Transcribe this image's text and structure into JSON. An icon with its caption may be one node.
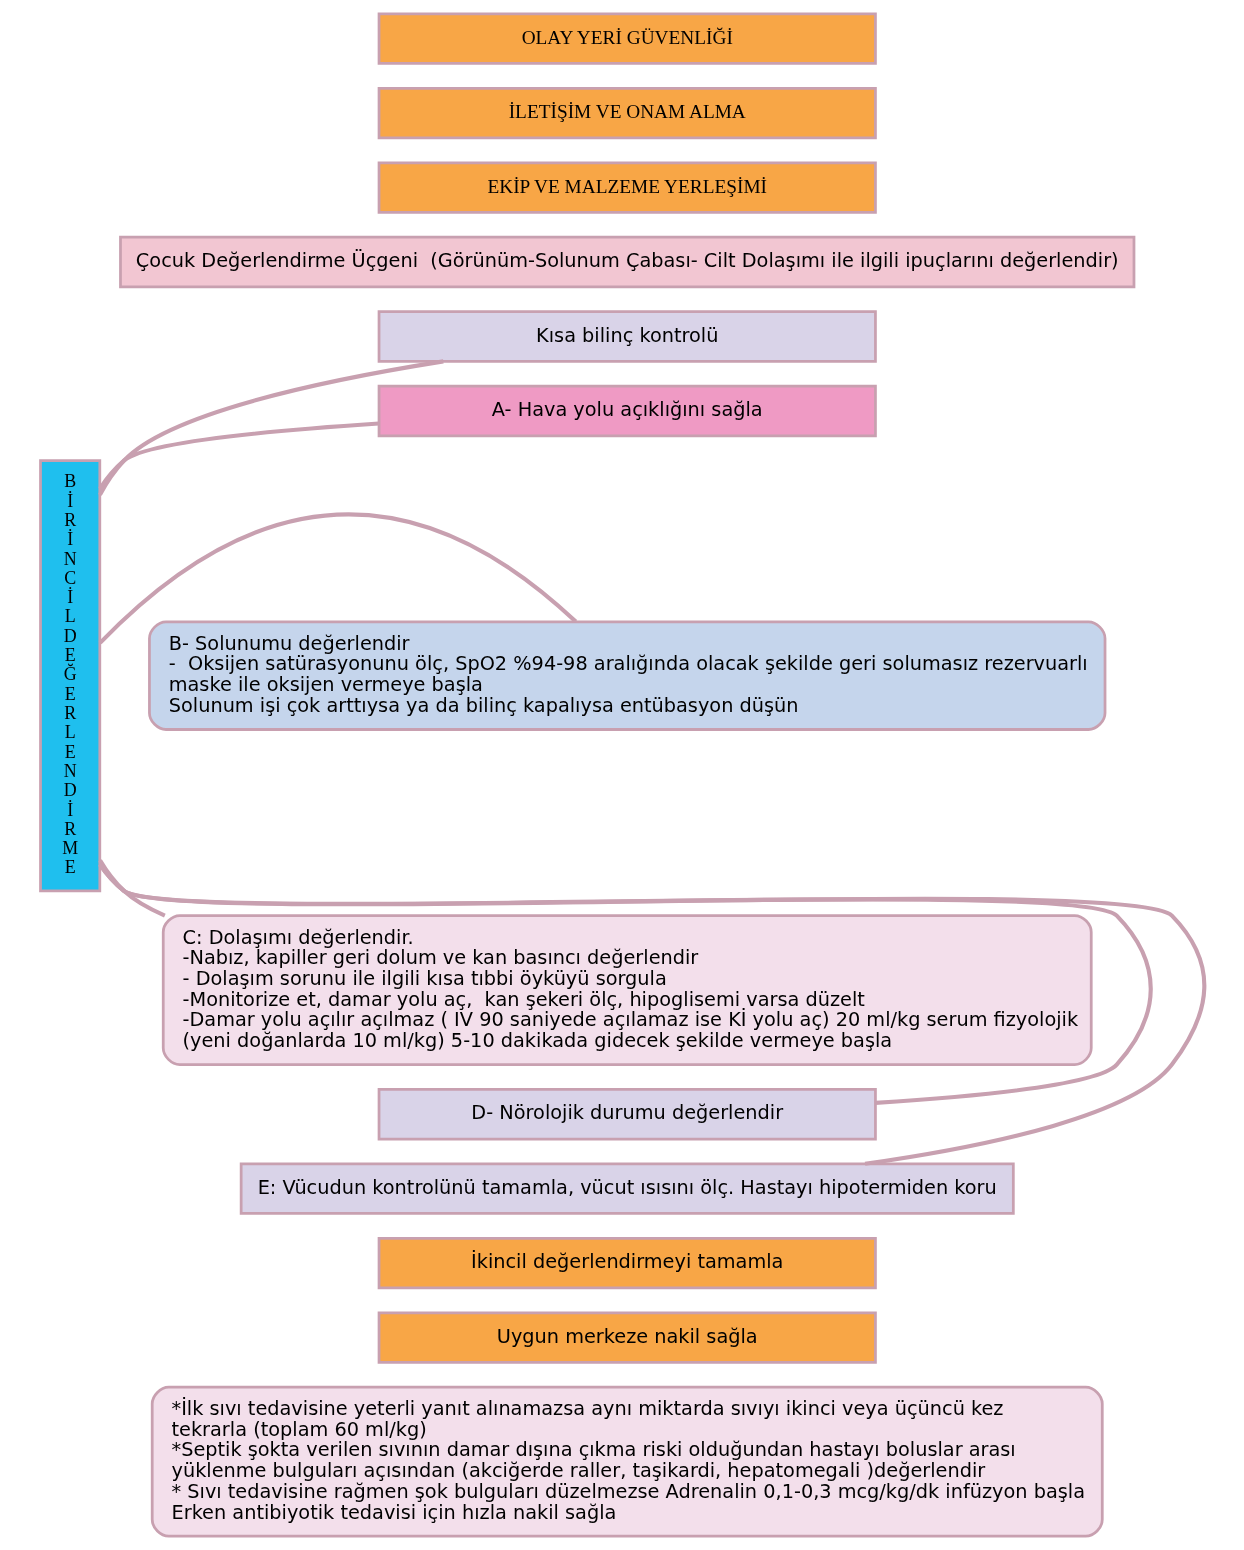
{
  "diagram": {
    "nodes": [
      {
        "text": [
          "OLAY YERİ GÜVENLİĞİ"
        ]
      },
      {
        "text": [
          "İLETİŞİM VE ONAM ALMA"
        ]
      },
      {
        "text": [
          "EKİP VE MALZEME YERLEŞİMİ"
        ]
      },
      {
        "text": [
          "Çocuk Değerlendirme Üçgeni  (Görünüm-Solunum Çabası- Cilt Dolaşımı ile ilgili ipuçlarını değerlendir)"
        ]
      },
      {
        "text": [
          "BİRİNCİL DEĞERLENDİRME"
        ]
      },
      {
        "text": [
          "Kısa bilinç kontrolü"
        ]
      },
      {
        "text": [
          "A- Hava yolu açıklığını sağla"
        ]
      },
      {
        "text": [
          "B- Solunumu değerlendir",
          "-  Oksijen satürasyonunu ölç, SpO2 %94-98 aralığında olacak şekilde geri solumasız rezervuarlı maske ile oksijen vermeye başla",
          "Solunum işi çok arttıysa ya da bilinç kapalıysa entübasyon düşün"
        ]
      },
      {
        "text": [
          "C: Dolaşımı değerlendir.",
          "-Nabız, kapiller geri dolum ve kan basıncı değerlendir",
          "- Dolaşım sorunu ile ilgili kısa tıbbi öyküyü sorgula",
          "-Monitorize et, damar yolu aç,  kan şekeri ölç, hipoglisemi varsa düzelt",
          "-Damar yolu açılır açılmaz ( IV 90 saniyede açılamaz ise Kİ yolu aç) 20 ml/kg serum fizyolojik (yeni doğanlarda 10 ml/kg) 5-10 dakikada gidecek şekilde vermeye başla"
        ]
      },
      {
        "text": [
          "D- Nörolojik durumu değerlendir"
        ]
      },
      {
        "text": [
          "E: Vücudun kontrolünü tamamla, vücut ısısını ölç. Hastayı hipotermiden koru"
        ]
      },
      {
        "text": [
          "İkincil değerlendirmeyi tamamla"
        ]
      },
      {
        "text": [
          "Uygun merkeze nakil sağla"
        ]
      },
      {
        "text": [
          "*İlk sıvı tedavisine yeterli yanıt alınamazsa aynı miktarda sıvıyı ikinci veya üçüncü kez tekrarla (toplam 60 ml/kg)",
          "*Septik şokta verilen sıvının damar dışına çıkma riski olduğundan hastayı boluslar arası yüklenme bulguları açısından (akciğerde raller, taşikardi, hepatomegali )değerlendir",
          "* Sıvı tedavisine rağmen şok bulguları düzelmezse Adrenalin 0,1-0,3 mcg/kg/dk infüzyon başla",
          "Erken antibiyotik tedavisi için hızla nakil sağla"
        ]
      }
    ],
    "edges": [
      {
        "from": 4,
        "to": 5,
        "arrow": "none"
      },
      {
        "from": 4,
        "to": 6,
        "arrow": "none"
      },
      {
        "from": 4,
        "to": 7,
        "arrow": "none"
      },
      {
        "from": 4,
        "to": 8,
        "arrow": "none"
      },
      {
        "from": 4,
        "to": 9,
        "arrow": "none"
      },
      {
        "from": 4,
        "to": 10,
        "arrow": "none"
      }
    ]
  }
}
